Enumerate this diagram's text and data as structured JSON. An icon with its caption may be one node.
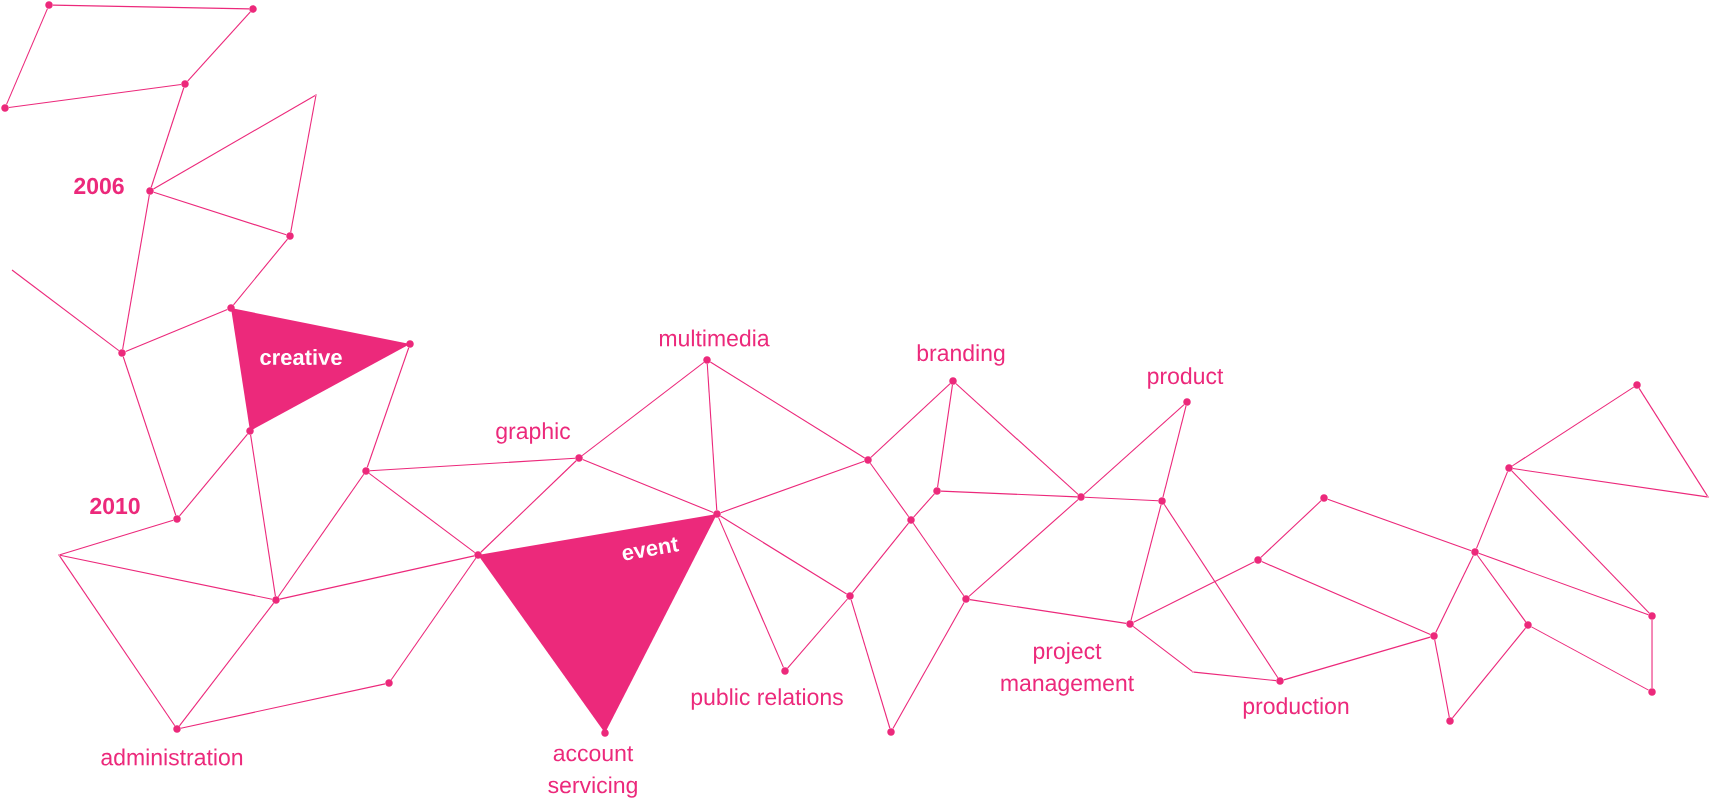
{
  "diagram": {
    "nodes": [
      {
        "text": [],
        "shape": "circle"
      },
      {
        "text": [],
        "shape": "circle"
      },
      {
        "text": [],
        "shape": "circle"
      },
      {
        "text": [],
        "shape": "circle"
      },
      {
        "text": [],
        "shape": "circle",
        "beside": [
          "2006"
        ]
      },
      {
        "text": [],
        "shape": "point"
      },
      {
        "text": [],
        "shape": "circle"
      },
      {
        "text": [],
        "shape": "circle"
      },
      {
        "text": [],
        "shape": "circle"
      },
      {
        "text": [],
        "shape": "circle"
      },
      {
        "text": [
          "creative"
        ]
      },
      {
        "text": [],
        "shape": "circle"
      },
      {
        "text": [],
        "shape": "circle",
        "beside": [
          "2010"
        ]
      },
      {
        "text": [],
        "shape": "point"
      },
      {
        "text": [],
        "shape": "circle"
      },
      {
        "text": [],
        "shape": "circle"
      },
      {
        "text": [],
        "shape": "circle",
        "beside": [
          "graphic"
        ]
      },
      {
        "text": [],
        "shape": "circle"
      },
      {
        "text": [],
        "shape": "circle"
      },
      {
        "text": [],
        "shape": "circle",
        "beside": [
          "administration"
        ]
      },
      {
        "text": [],
        "shape": "circle",
        "beside": [
          "multimedia"
        ]
      },
      {
        "text": [],
        "shape": "circle"
      },
      {
        "text": [
          "event"
        ]
      },
      {
        "text": [],
        "shape": "circle",
        "beside": [
          "account servicing"
        ]
      },
      {
        "text": [],
        "shape": "circle"
      },
      {
        "text": [],
        "shape": "circle",
        "beside": [
          "branding"
        ]
      },
      {
        "text": [],
        "shape": "circle"
      },
      {
        "text": [],
        "shape": "circle"
      },
      {
        "text": [],
        "shape": "circle"
      },
      {
        "text": [],
        "shape": "circle",
        "beside": [
          "public relations"
        ]
      },
      {
        "text": [],
        "shape": "circle"
      },
      {
        "text": [],
        "shape": "circle"
      },
      {
        "text": [],
        "shape": "circle"
      },
      {
        "text": [],
        "shape": "circle",
        "beside": [
          "product"
        ]
      },
      {
        "text": [],
        "shape": "circle"
      },
      {
        "text": [],
        "shape": "circle",
        "beside": [
          "project management"
        ]
      },
      {
        "text": [],
        "shape": "point"
      },
      {
        "text": [],
        "shape": "circle",
        "beside": [
          "production"
        ]
      },
      {
        "text": [],
        "shape": "circle"
      },
      {
        "text": [],
        "shape": "circle"
      },
      {
        "text": [],
        "shape": "circle"
      },
      {
        "text": [],
        "shape": "circle"
      },
      {
        "text": [],
        "shape": "circle"
      },
      {
        "text": [],
        "shape": "circle"
      },
      {
        "text": [],
        "shape": "circle"
      },
      {
        "text": [],
        "shape": "circle"
      },
      {
        "text": [],
        "shape": "point"
      },
      {
        "text": [],
        "shape": "circle"
      },
      {
        "text": [],
        "shape": "circle"
      }
    ],
    "edges": [
      {
        "from": 0,
        "to": 1,
        "arrow": "none"
      },
      {
        "from": 0,
        "to": 2,
        "arrow": "none"
      },
      {
        "from": 2,
        "to": 3,
        "arrow": "none"
      },
      {
        "from": 3,
        "to": 1,
        "arrow": "none"
      },
      {
        "from": 3,
        "to": 4,
        "arrow": "none"
      },
      {
        "from": 4,
        "to": 5,
        "arrow": "none"
      },
      {
        "from": 5,
        "to": 6,
        "arrow": "none"
      },
      {
        "from": 4,
        "to": 6,
        "arrow": "none"
      },
      {
        "from": 6,
        "to": 7,
        "arrow": "none"
      },
      {
        "from": 4,
        "to": 9,
        "arrow": "none"
      },
      {
        "from": null,
        "to": 9,
        "arrow": "none"
      },
      {
        "from": 9,
        "to": 7,
        "arrow": "none"
      },
      {
        "from": 9,
        "to": 12,
        "arrow": "none"
      },
      {
        "from": 11,
        "to": 12,
        "arrow": "none"
      },
      {
        "from": 11,
        "to": 14,
        "arrow": "none"
      },
      {
        "from": 12,
        "to": 13,
        "arrow": "none"
      },
      {
        "from": 13,
        "to": 14,
        "arrow": "none"
      },
      {
        "from": 13,
        "to": 19,
        "arrow": "none"
      },
      {
        "from": 14,
        "to": 19,
        "arrow": "none"
      },
      {
        "from": 19,
        "to": 18,
        "arrow": "none"
      },
      {
        "from": 18,
        "to": 17,
        "arrow": "none"
      },
      {
        "from": 14,
        "to": 17,
        "arrow": "none"
      },
      {
        "from": 14,
        "to": 15,
        "arrow": "none"
      },
      {
        "from": 15,
        "to": 8,
        "arrow": "none"
      },
      {
        "from": 15,
        "to": 17,
        "arrow": "none"
      },
      {
        "from": 17,
        "to": 16,
        "arrow": "none"
      },
      {
        "from": 16,
        "to": 15,
        "arrow": "none"
      },
      {
        "from": 16,
        "to": 20,
        "arrow": "none"
      },
      {
        "from": 16,
        "to": 21,
        "arrow": "none"
      },
      {
        "from": 20,
        "to": 21,
        "arrow": "none"
      },
      {
        "from": 20,
        "to": 24,
        "arrow": "none"
      },
      {
        "from": 21,
        "to": 24,
        "arrow": "none"
      },
      {
        "from": 21,
        "to": 28,
        "arrow": "none"
      },
      {
        "from": 21,
        "to": 29,
        "arrow": "none"
      },
      {
        "from": 29,
        "to": 28,
        "arrow": "none"
      },
      {
        "from": 28,
        "to": 27,
        "arrow": "none"
      },
      {
        "from": 28,
        "to": 30,
        "arrow": "none"
      },
      {
        "from": 27,
        "to": 26,
        "arrow": "none"
      },
      {
        "from": 27,
        "to": 24,
        "arrow": "none"
      },
      {
        "from": 24,
        "to": 25,
        "arrow": "none"
      },
      {
        "from": 25,
        "to": 26,
        "arrow": "none"
      },
      {
        "from": 25,
        "to": 32,
        "arrow": "none"
      },
      {
        "from": 26,
        "to": 32,
        "arrow": "none"
      },
      {
        "from": 27,
        "to": 31,
        "arrow": "none"
      },
      {
        "from": 31,
        "to": 30,
        "arrow": "none"
      },
      {
        "from": 31,
        "to": 32,
        "arrow": "none"
      },
      {
        "from": 32,
        "to": 33,
        "arrow": "none"
      },
      {
        "from": 32,
        "to": 34,
        "arrow": "none"
      },
      {
        "from": 31,
        "to": 35,
        "arrow": "none"
      },
      {
        "from": 33,
        "to": 34,
        "arrow": "none"
      },
      {
        "from": 34,
        "to": 35,
        "arrow": "none"
      },
      {
        "from": 34,
        "to": 37,
        "arrow": "none"
      },
      {
        "from": 35,
        "to": 36,
        "arrow": "none"
      },
      {
        "from": 36,
        "to": 37,
        "arrow": "none"
      },
      {
        "from": 35,
        "to": 38,
        "arrow": "none"
      },
      {
        "from": 38,
        "to": 39,
        "arrow": "none"
      },
      {
        "from": 38,
        "to": 41,
        "arrow": "none"
      },
      {
        "from": 37,
        "to": 41,
        "arrow": "none"
      },
      {
        "from": 39,
        "to": 40,
        "arrow": "none"
      },
      {
        "from": 41,
        "to": 40,
        "arrow": "none"
      },
      {
        "from": 41,
        "to": 42,
        "arrow": "none"
      },
      {
        "from": 42,
        "to": 43,
        "arrow": "none"
      },
      {
        "from": 43,
        "to": 40,
        "arrow": "none"
      },
      {
        "from": 40,
        "to": 44,
        "arrow": "none"
      },
      {
        "from": 40,
        "to": 47,
        "arrow": "none"
      },
      {
        "from": 44,
        "to": 47,
        "arrow": "none"
      },
      {
        "from": 44,
        "to": 45,
        "arrow": "none"
      },
      {
        "from": 45,
        "to": 46,
        "arrow": "none"
      },
      {
        "from": 44,
        "to": 46,
        "arrow": "none"
      },
      {
        "from": 43,
        "to": 48,
        "arrow": "none"
      },
      {
        "from": 48,
        "to": 47,
        "arrow": "none"
      }
    ]
  }
}
